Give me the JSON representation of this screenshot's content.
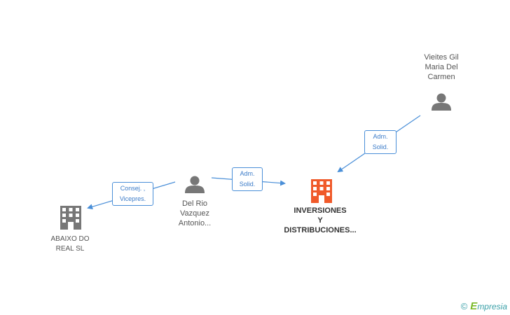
{
  "colors": {
    "edge": "#4a8fd8",
    "person_icon": "#777777",
    "company_icon": "#777777",
    "main_company_icon": "#f05a2a"
  },
  "nodes": {
    "vieites": {
      "lines": [
        "Vieites Gil",
        "Maria Del",
        "Carmen"
      ],
      "icon": "person-icon"
    },
    "delrio": {
      "lines": [
        "Del Rio",
        "Vazquez",
        "Antonio..."
      ],
      "icon": "person-icon"
    },
    "abaixo": {
      "lines": [
        "ABAIXO DO",
        "REAL SL"
      ],
      "icon": "building-icon"
    },
    "inversiones": {
      "lines": [
        "INVERSIONES",
        "Y",
        "DISTRIBUCIONES..."
      ],
      "icon": "building-icon"
    }
  },
  "edges": {
    "vieites_to_inversiones": {
      "lines": [
        "Adm.",
        "Solid."
      ]
    },
    "delrio_to_inversiones": {
      "lines": [
        "Adm.",
        "Solid."
      ]
    },
    "delrio_to_abaixo": {
      "lines": [
        "Consej. ,",
        "Vicepres."
      ]
    }
  },
  "brand": {
    "copyright": "©",
    "e": "E",
    "rest": "mpresia"
  }
}
